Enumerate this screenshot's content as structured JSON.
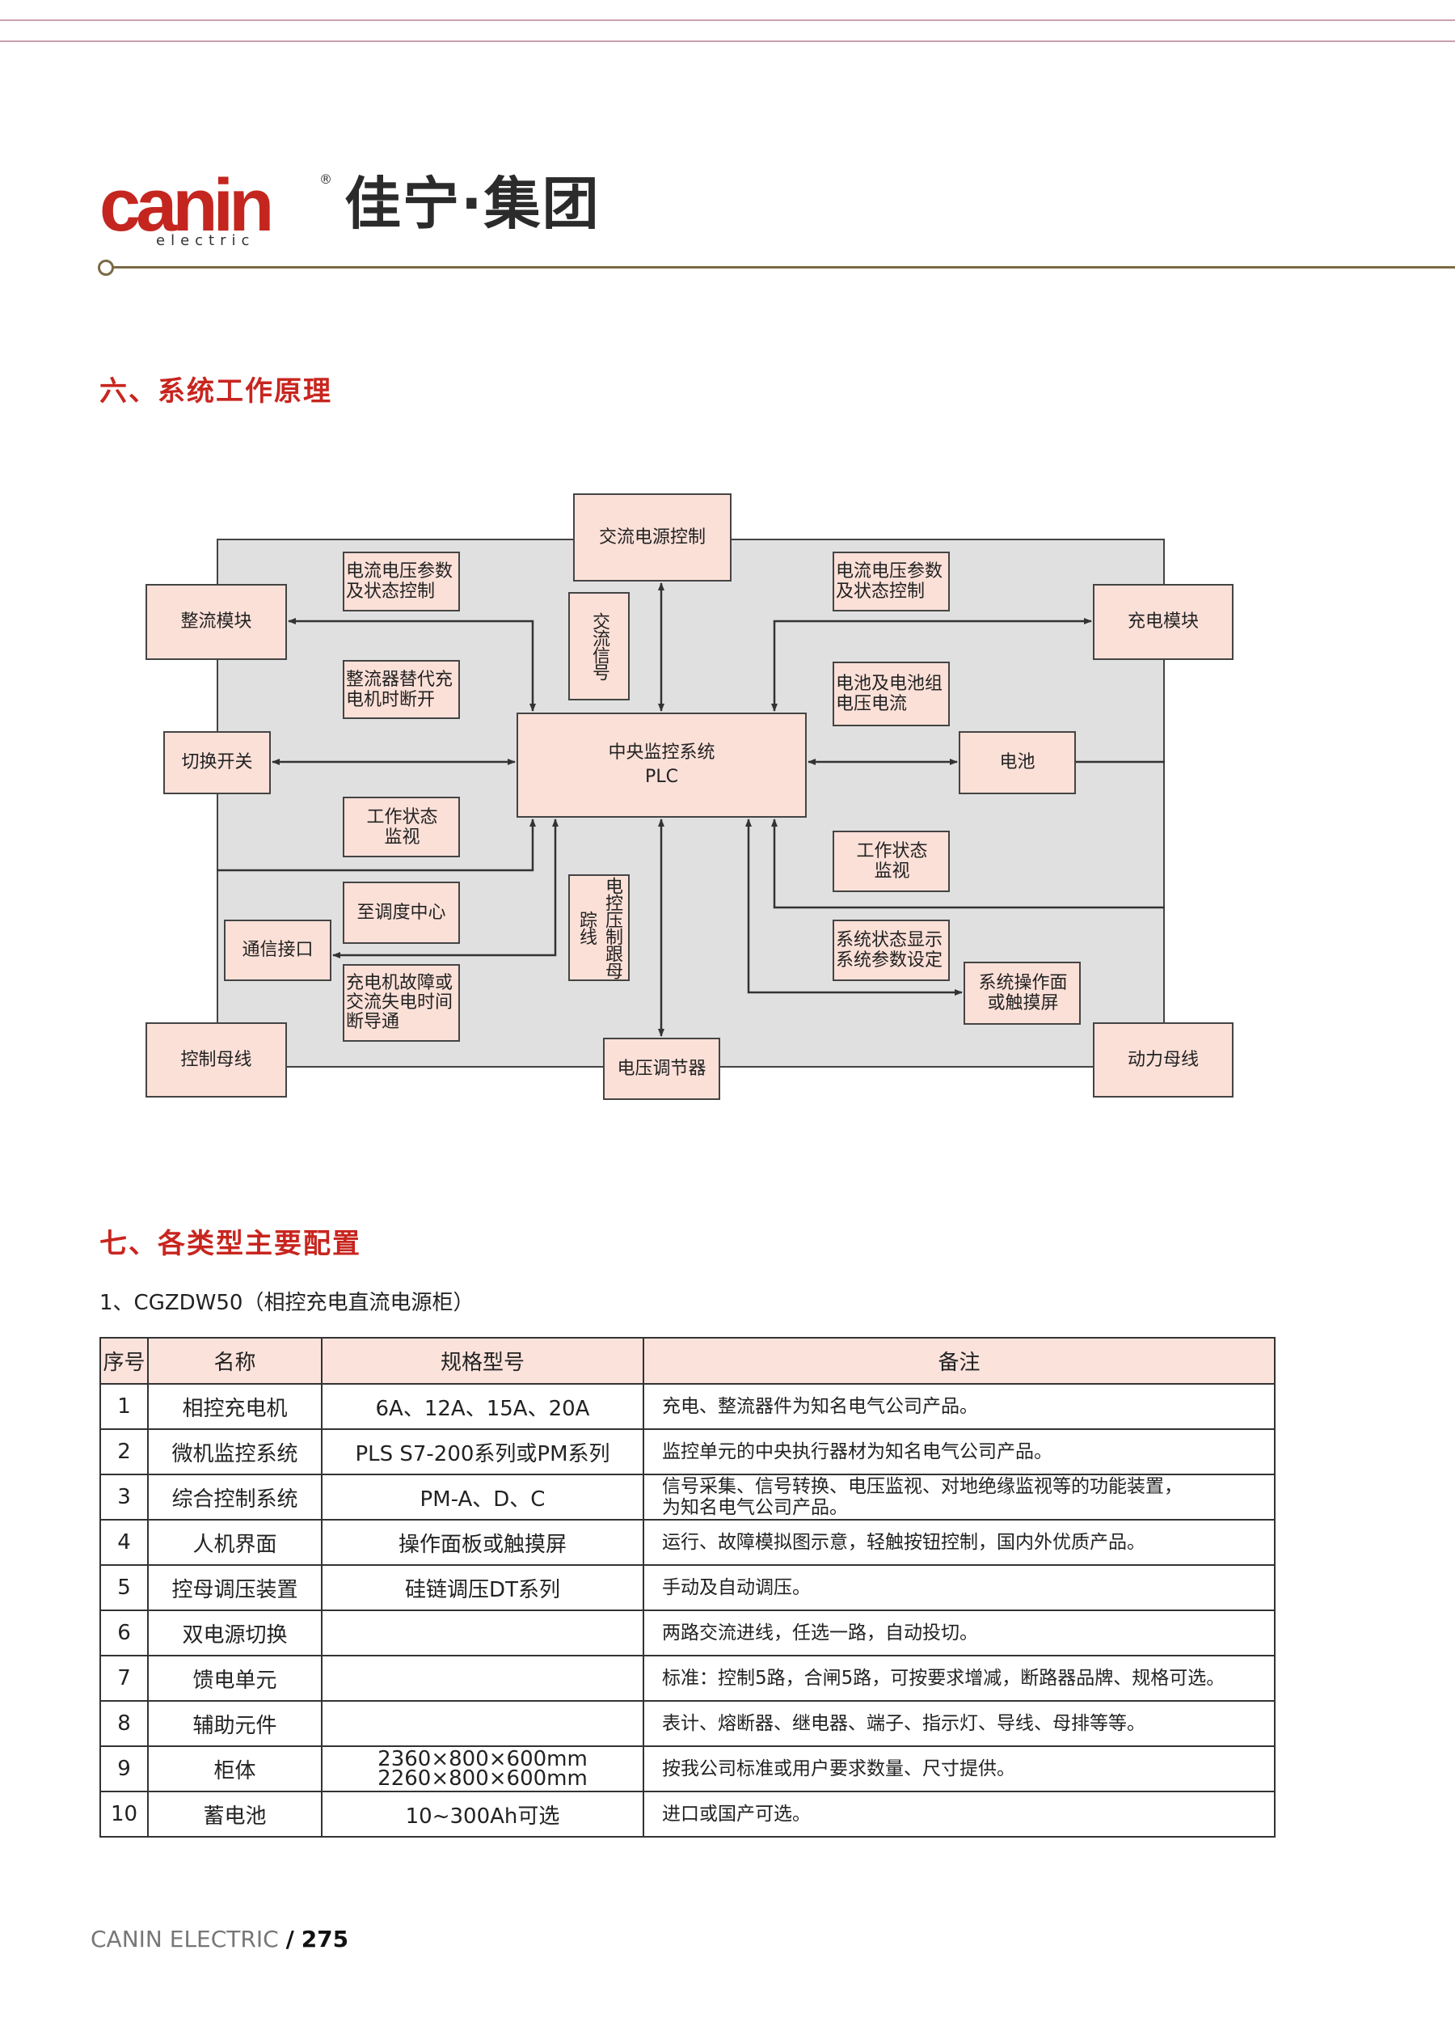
{
  "header": {
    "logo_mark": "canin",
    "logo_sub": "electric",
    "logo_reg": "®",
    "logo_cn": "佳宁·集团"
  },
  "section6": {
    "title": "六、系统工作原理",
    "diagram": {
      "ac_power_control": "交流电源控制",
      "note_left_param": "电流电压参数\n及状态控制",
      "rectifier_module": "整流模块",
      "ac_signal": "交流信号",
      "note_rectifier_replace": "整流器替代充\n电机时断开",
      "central_plc_line1": "中央监控系统",
      "central_plc_line2": "PLC",
      "switch": "切换开关",
      "note_left_status": "工作状态\n监视",
      "note_dispatch": "至调度中心",
      "comm_interface": "通信接口",
      "voltage_tracking": "电控压制跟母踪线",
      "note_charger_fault": "充电机故障或\n交流失电时间\n断导通",
      "control_bus": "控制母线",
      "voltage_regulator": "电压调节器",
      "note_right_param": "电流电压参数\n及状态控制",
      "charge_module": "充电模块",
      "note_battery_vi": "电池及电池组\n电压电流",
      "battery": "电池",
      "note_right_status": "工作状态\n监视",
      "note_system_display": "系统状态显示\n系统参数设定",
      "operation_panel": "系统操作面\n或触摸屏",
      "power_bus": "动力母线"
    }
  },
  "section7": {
    "title": "七、各类型主要配置",
    "subtitle": "1、CGZDW50（相控充电直流电源柜）",
    "table": {
      "headers": [
        "序号",
        "名称",
        "规格型号",
        "备注"
      ],
      "rows": [
        [
          "1",
          "相控充电机",
          "6A、12A、15A、20A",
          "充电、整流器件为知名电气公司产品。"
        ],
        [
          "2",
          "微机监控系统",
          "PLS  S7-200系列或PM系列",
          "监控单元的中央执行器材为知名电气公司产品。"
        ],
        [
          "3",
          "综合控制系统",
          "PM-A、D、C",
          "信号采集、信号转换、电压监视、对地绝缘监视等的功能装置，\n为知名电气公司产品。"
        ],
        [
          "4",
          "人机界面",
          "操作面板或触摸屏",
          "运行、故障模拟图示意，轻触按钮控制，国内外优质产品。"
        ],
        [
          "5",
          "控母调压装置",
          "硅链调压DT系列",
          "手动及自动调压。"
        ],
        [
          "6",
          "双电源切换",
          "",
          "两路交流进线，任选一路，自动投切。"
        ],
        [
          "7",
          "馈电单元",
          "",
          "标准：控制5路，合闸5路，可按要求增减，断路器品牌、规格可选。"
        ],
        [
          "8",
          "辅助元件",
          "",
          "表计、熔断器、继电器、端子、指示灯、导线、母排等等。"
        ],
        [
          "9",
          "柜体",
          "2360×800×600mm\n2260×800×600mm",
          "按我公司标准或用户要求数量、尺寸提供。"
        ],
        [
          "10",
          "蓄电池",
          "10~300Ah可选",
          "进口或国产可选。"
        ]
      ]
    }
  },
  "footer": {
    "brand": "CANIN ELECTRIC",
    "separator": "/",
    "page": "275"
  }
}
